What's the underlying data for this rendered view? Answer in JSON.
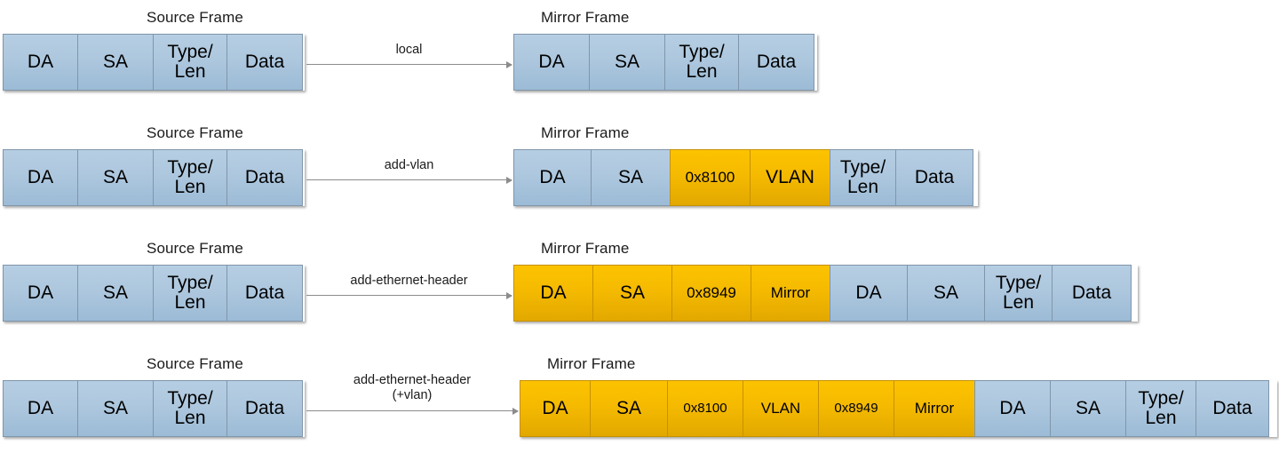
{
  "diagram": {
    "title_source": "Source Frame",
    "title_mirror": "Mirror Frame",
    "colors": {
      "blue": "#adc7de",
      "orange": "#f5ba00",
      "arrow": "#8c8c8c",
      "border_blue": "#8096ab",
      "border_orange": "#c69100",
      "background": "#ffffff",
      "text": "#000000"
    },
    "rows": [
      {
        "id": "local",
        "source_label": "Source Frame",
        "mirror_label": "Mirror Frame",
        "arrow_label": "local",
        "source_cells": [
          {
            "text": "DA",
            "color": "blue"
          },
          {
            "text": "SA",
            "color": "blue"
          },
          {
            "text": "Type/\nLen",
            "color": "blue"
          },
          {
            "text": "Data",
            "color": "blue"
          }
        ],
        "mirror_cells": [
          {
            "text": "DA",
            "color": "blue"
          },
          {
            "text": "SA",
            "color": "blue"
          },
          {
            "text": "Type/\nLen",
            "color": "blue"
          },
          {
            "text": "Data",
            "color": "blue"
          }
        ]
      },
      {
        "id": "add-vlan",
        "source_label": "Source Frame",
        "mirror_label": "Mirror Frame",
        "arrow_label": "add-vlan",
        "source_cells": [
          {
            "text": "DA",
            "color": "blue"
          },
          {
            "text": "SA",
            "color": "blue"
          },
          {
            "text": "Type/\nLen",
            "color": "blue"
          },
          {
            "text": "Data",
            "color": "blue"
          }
        ],
        "mirror_cells": [
          {
            "text": "DA",
            "color": "blue"
          },
          {
            "text": "SA",
            "color": "blue"
          },
          {
            "text": "0x8100",
            "color": "orange"
          },
          {
            "text": "VLAN",
            "color": "orange"
          },
          {
            "text": "Type/\nLen",
            "color": "blue"
          },
          {
            "text": "Data",
            "color": "blue"
          }
        ]
      },
      {
        "id": "add-ethernet-header",
        "source_label": "Source Frame",
        "mirror_label": "Mirror Frame",
        "arrow_label": "add-ethernet-header",
        "source_cells": [
          {
            "text": "DA",
            "color": "blue"
          },
          {
            "text": "SA",
            "color": "blue"
          },
          {
            "text": "Type/\nLen",
            "color": "blue"
          },
          {
            "text": "Data",
            "color": "blue"
          }
        ],
        "mirror_cells": [
          {
            "text": "DA",
            "color": "orange"
          },
          {
            "text": "SA",
            "color": "orange"
          },
          {
            "text": "0x8949",
            "color": "orange"
          },
          {
            "text": "Mirror",
            "color": "orange"
          },
          {
            "text": "DA",
            "color": "blue"
          },
          {
            "text": "SA",
            "color": "blue"
          },
          {
            "text": "Type/\nLen",
            "color": "blue"
          },
          {
            "text": "Data",
            "color": "blue"
          }
        ]
      },
      {
        "id": "add-ethernet-header-vlan",
        "source_label": "Source Frame",
        "mirror_label": "Mirror Frame",
        "arrow_label": "add-ethernet-header\n(+vlan)",
        "source_cells": [
          {
            "text": "DA",
            "color": "blue"
          },
          {
            "text": "SA",
            "color": "blue"
          },
          {
            "text": "Type/\nLen",
            "color": "blue"
          },
          {
            "text": "Data",
            "color": "blue"
          }
        ],
        "mirror_cells": [
          {
            "text": "DA",
            "color": "orange"
          },
          {
            "text": "SA",
            "color": "orange"
          },
          {
            "text": "0x8100",
            "color": "orange"
          },
          {
            "text": "VLAN",
            "color": "orange"
          },
          {
            "text": "0x8949",
            "color": "orange"
          },
          {
            "text": "Mirror",
            "color": "orange"
          },
          {
            "text": "DA",
            "color": "blue"
          },
          {
            "text": "SA",
            "color": "blue"
          },
          {
            "text": "Type/\nLen",
            "color": "blue"
          },
          {
            "text": "Data",
            "color": "blue"
          }
        ]
      }
    ]
  }
}
